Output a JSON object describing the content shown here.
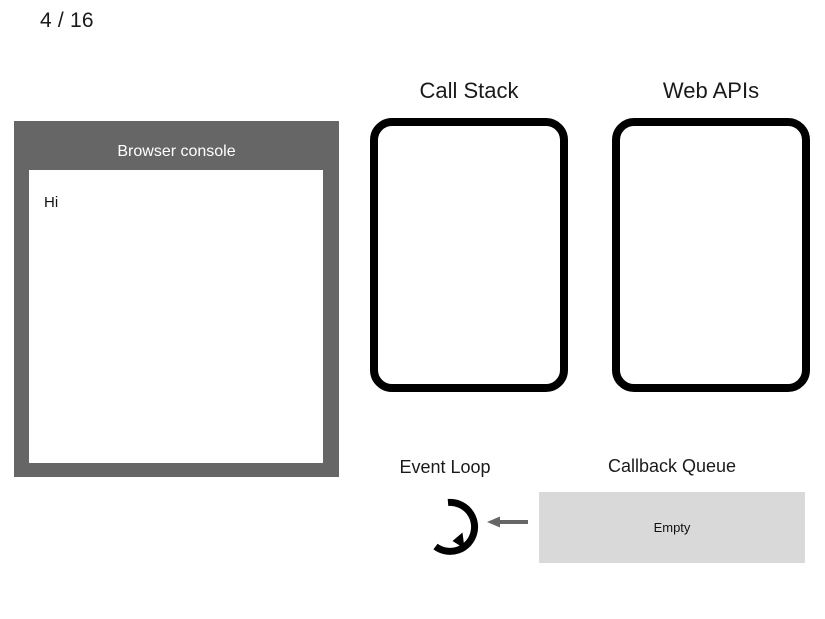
{
  "slide": {
    "counter": "4 / 16"
  },
  "console": {
    "title": "Browser console",
    "lines": [
      "Hi"
    ]
  },
  "call_stack": {
    "title": "Call Stack",
    "items": []
  },
  "web_apis": {
    "title": "Web APIs",
    "items": []
  },
  "event_loop": {
    "title": "Event Loop",
    "icon": "circular-arrow-icon"
  },
  "flow_arrow": {
    "icon": "arrow-left-icon",
    "direction": "left"
  },
  "callback_queue": {
    "title": "Callback Queue",
    "status": "Empty"
  },
  "colors": {
    "background": "#ffffff",
    "console_frame": "#666666",
    "console_body": "#ffffff",
    "box_border": "#000000",
    "queue_fill": "#d9d9d9",
    "arrow": "#666666",
    "text": "#1a1a1a",
    "console_title_text": "#ffffff"
  }
}
